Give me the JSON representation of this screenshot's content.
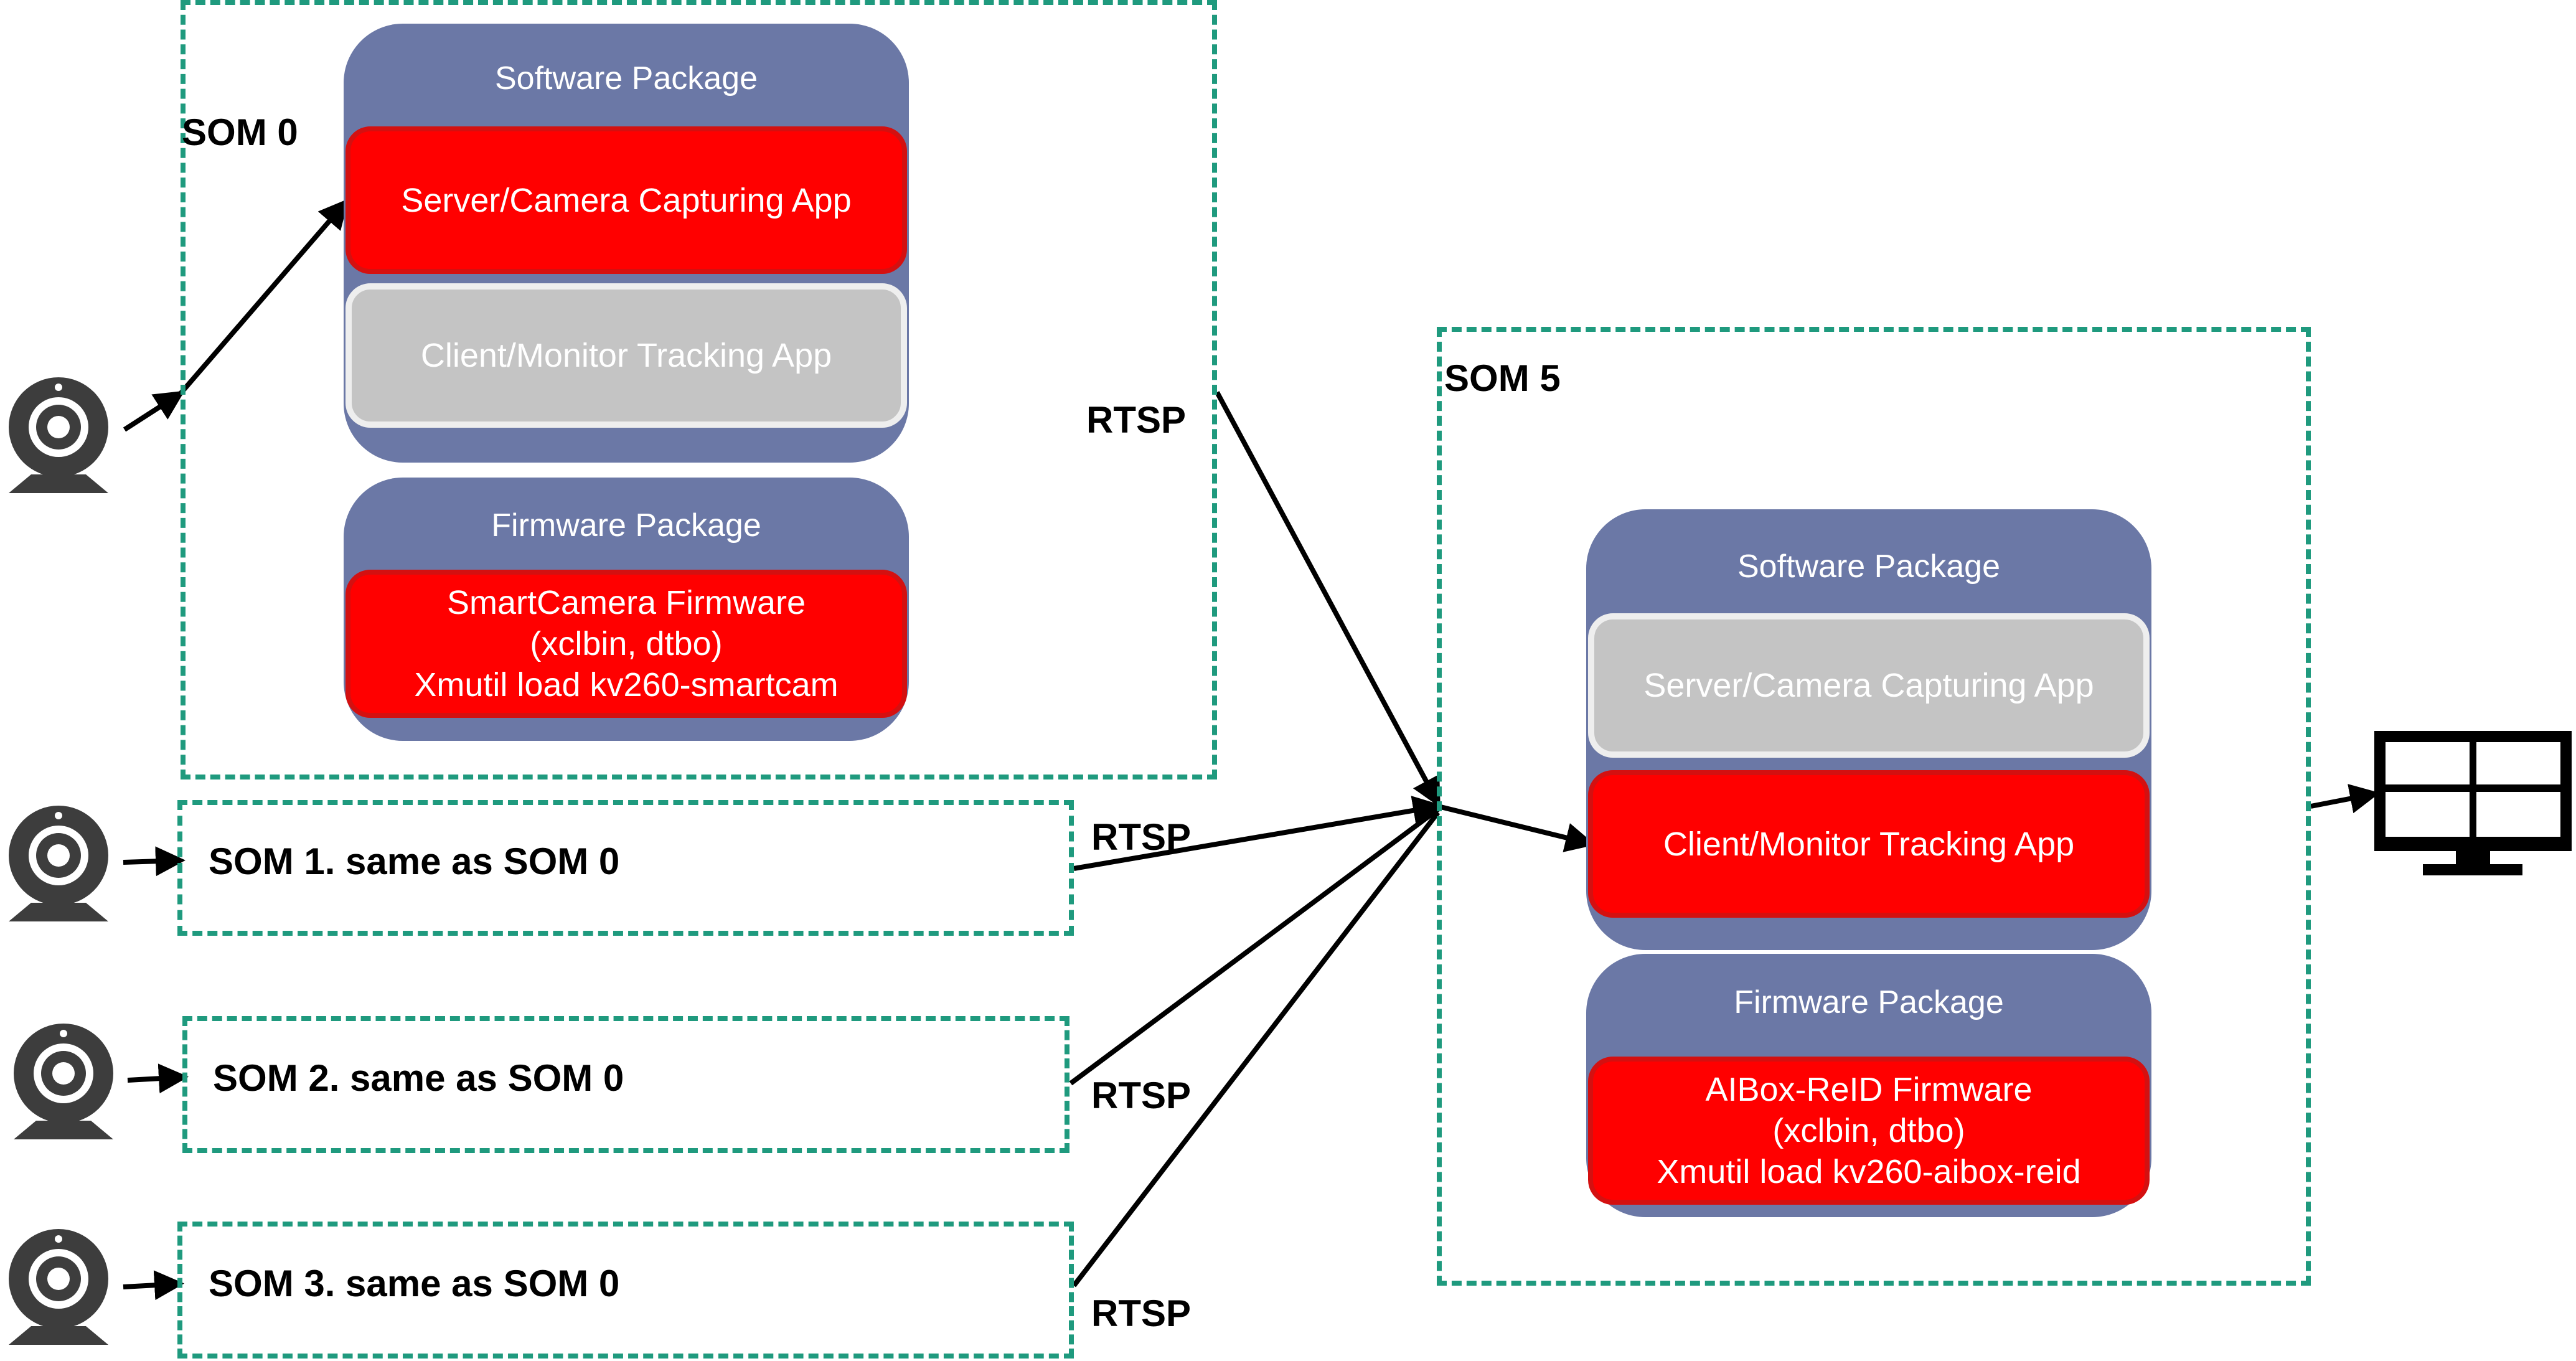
{
  "som0": {
    "title": "SOM 0",
    "software_package": {
      "title": "Software Package",
      "apps": [
        {
          "label": "Server/Camera Capturing App",
          "state": "active"
        },
        {
          "label": "Client/Monitor Tracking App",
          "state": "inactive"
        }
      ]
    },
    "firmware_package": {
      "title": "Firmware Package",
      "firmware": "SmartCamera Firmware\n(xclbin, dtbo)\nXmutil load kv260-smartcam"
    }
  },
  "som_rows": [
    {
      "label": "SOM 1.  same as SOM 0"
    },
    {
      "label": "SOM 2.  same as SOM 0"
    },
    {
      "label": "SOM 3.  same as SOM 0"
    }
  ],
  "som5": {
    "title": "SOM 5",
    "software_package": {
      "title": "Software Package",
      "apps": [
        {
          "label": "Server/Camera Capturing App",
          "state": "inactive"
        },
        {
          "label": "Client/Monitor Tracking App",
          "state": "active"
        }
      ]
    },
    "firmware_package": {
      "title": "Firmware Package",
      "firmware": "AIBox-ReID Firmware\n(xclbin, dtbo)\nXmutil load kv260-aibox-reid"
    }
  },
  "links": [
    {
      "label": "RTSP"
    },
    {
      "label": "RTSP"
    },
    {
      "label": "RTSP"
    },
    {
      "label": "RTSP"
    }
  ],
  "icons": {
    "camera": "webcam-icon",
    "monitor": "monitor-icon"
  },
  "colors": {
    "som_border": "#1f9a7e",
    "package_bg": "#6b78a6",
    "active_app": "#ff0000",
    "inactive_app": "#c4c4c4"
  }
}
